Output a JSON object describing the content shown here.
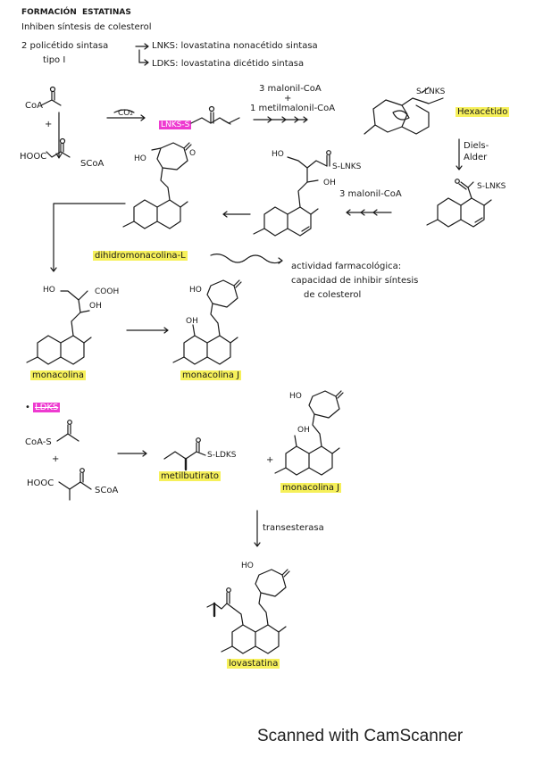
{
  "header": {
    "title_a": "FORMACIÓN",
    "title_b": "ESTATINAS",
    "subtitle": "Inhiben síntesis de colesterol"
  },
  "pks": {
    "line1": "2 policétido sintasa",
    "line2": "tipo I",
    "lnks": "LNKS: lovastatina nonacétido sintasa",
    "ldks": "LDKS: lovastatina dicétido sintasa"
  },
  "scheme1": {
    "coa": "CoA",
    "plus": "+",
    "hooc": "HOOC",
    "scoa": "SCoA",
    "co2": "CO₂",
    "lnks_s": "LNKS-S",
    "reagent1": "3 malonil-CoA",
    "reagent_plus": "+",
    "reagent2": "1 metilmalonil-CoA",
    "s_lnks_top": "S-LNKS",
    "hexaketide": "Hexacétido",
    "diels_alder_1": "Diels-",
    "diels_alder_2": "Alder",
    "s_lnks_right": "S-LNKS",
    "malonil3": "3 malonil-CoA",
    "ho_mid": "HO",
    "s_lnks_mid": "S-LNKS",
    "oh_mid": "OH",
    "ho_left": "HO",
    "o_left": "O",
    "dihidro": "dihidromonacolina-L",
    "activity_1": "actividad farmacológica:",
    "activity_2": "capacidad de inhibir síntesis",
    "activity_3": "de colesterol"
  },
  "scheme2": {
    "ho_a": "HO",
    "cooh": "COOH",
    "oh_a": "OH",
    "monacolina": "monacolina",
    "ho_b": "HO",
    "oh_b": "OH",
    "monacolina_j": "monacolina J"
  },
  "scheme3": {
    "heading": "LDKS",
    "coas": "CoA-S",
    "plus1": "+",
    "hooc": "HOOC",
    "scoa": "SCoA",
    "s_ldks": "S-LDKS",
    "metilbutirato": "metilbutirato",
    "plus2": "+",
    "ho": "HO",
    "oh": "OH",
    "monacolina_j": "monacolina J",
    "transesterasa": "transesterasa"
  },
  "scheme4": {
    "ho": "HO",
    "lovastatina": "lovastatina"
  },
  "footer": {
    "watermark": "Scanned with CamScanner"
  }
}
